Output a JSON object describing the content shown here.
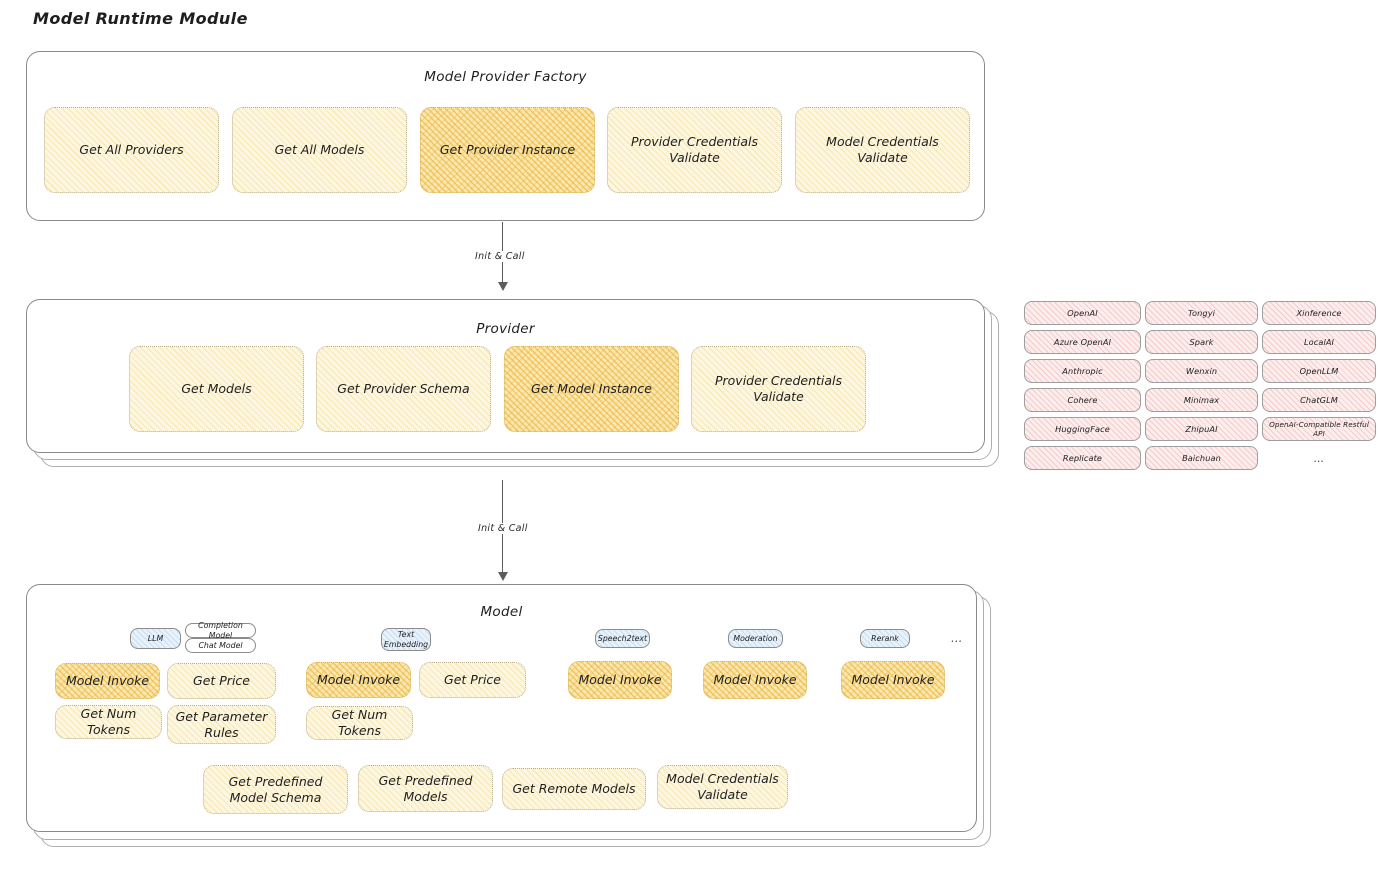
{
  "page": {
    "title": "Model Runtime Module"
  },
  "layers": {
    "factory": {
      "title": "Model Provider Factory",
      "nodes": [
        {
          "label": "Get All Providers",
          "highlighted": false
        },
        {
          "label": "Get All Models",
          "highlighted": false
        },
        {
          "label": "Get Provider Instance",
          "highlighted": true
        },
        {
          "label": "Provider Credentials Validate",
          "highlighted": false
        },
        {
          "label": "Model Credentials Validate",
          "highlighted": false
        }
      ]
    },
    "provider": {
      "title": "Provider",
      "nodes": [
        {
          "label": "Get Models",
          "highlighted": false
        },
        {
          "label": "Get Provider Schema",
          "highlighted": false
        },
        {
          "label": "Get Model Instance",
          "highlighted": true
        },
        {
          "label": "Provider Credentials Validate",
          "highlighted": false
        }
      ]
    },
    "model": {
      "title": "Model",
      "groups": [
        {
          "badge": "LLM",
          "sub_badges": [
            "Completion Model",
            "Chat Model"
          ],
          "nodes": [
            {
              "label": "Model Invoke",
              "highlighted": true
            },
            {
              "label": "Get Price",
              "highlighted": false
            },
            {
              "label": "Get Num Tokens",
              "highlighted": false
            },
            {
              "label": "Get Parameter Rules",
              "highlighted": false
            }
          ]
        },
        {
          "badge": "Text Embedding",
          "sub_badges": [],
          "nodes": [
            {
              "label": "Model Invoke",
              "highlighted": true
            },
            {
              "label": "Get Price",
              "highlighted": false
            },
            {
              "label": "Get Num Tokens",
              "highlighted": false
            }
          ]
        },
        {
          "badge": "Speech2text",
          "sub_badges": [],
          "nodes": [
            {
              "label": "Model Invoke",
              "highlighted": true
            }
          ]
        },
        {
          "badge": "Moderation",
          "sub_badges": [],
          "nodes": [
            {
              "label": "Model Invoke",
              "highlighted": true
            }
          ]
        },
        {
          "badge": "Rerank",
          "sub_badges": [],
          "nodes": [
            {
              "label": "Model Invoke",
              "highlighted": true
            }
          ]
        }
      ],
      "more_indicator": "...",
      "shared_nodes": [
        {
          "label": "Get Predefined Model Schema"
        },
        {
          "label": "Get Predefined Models"
        },
        {
          "label": "Get Remote Models"
        },
        {
          "label": "Model Credentials Validate"
        }
      ]
    }
  },
  "arrows": [
    {
      "label": "Init & Call"
    },
    {
      "label": "Init & Call"
    }
  ],
  "provider_tags": {
    "columns": [
      [
        "OpenAI",
        "Azure OpenAI",
        "Anthropic",
        "Cohere",
        "HuggingFace",
        "Replicate"
      ],
      [
        "Tongyi",
        "Spark",
        "Wenxin",
        "Minimax",
        "ZhipuAI",
        "Baichuan"
      ],
      [
        "Xinference",
        "LocalAI",
        "OpenLLM",
        "ChatGLM",
        "OpenAI-Compatible Restful API"
      ]
    ],
    "more_indicator": "..."
  },
  "colors": {
    "node_fill": "#fdf7e2",
    "node_highlight_fill": "#fbe7b0",
    "tag_fill": "#fdeeee",
    "badge_fill": "#e8f2fb",
    "panel_border": "#8a8a8a",
    "text": "#1e1e1e"
  }
}
